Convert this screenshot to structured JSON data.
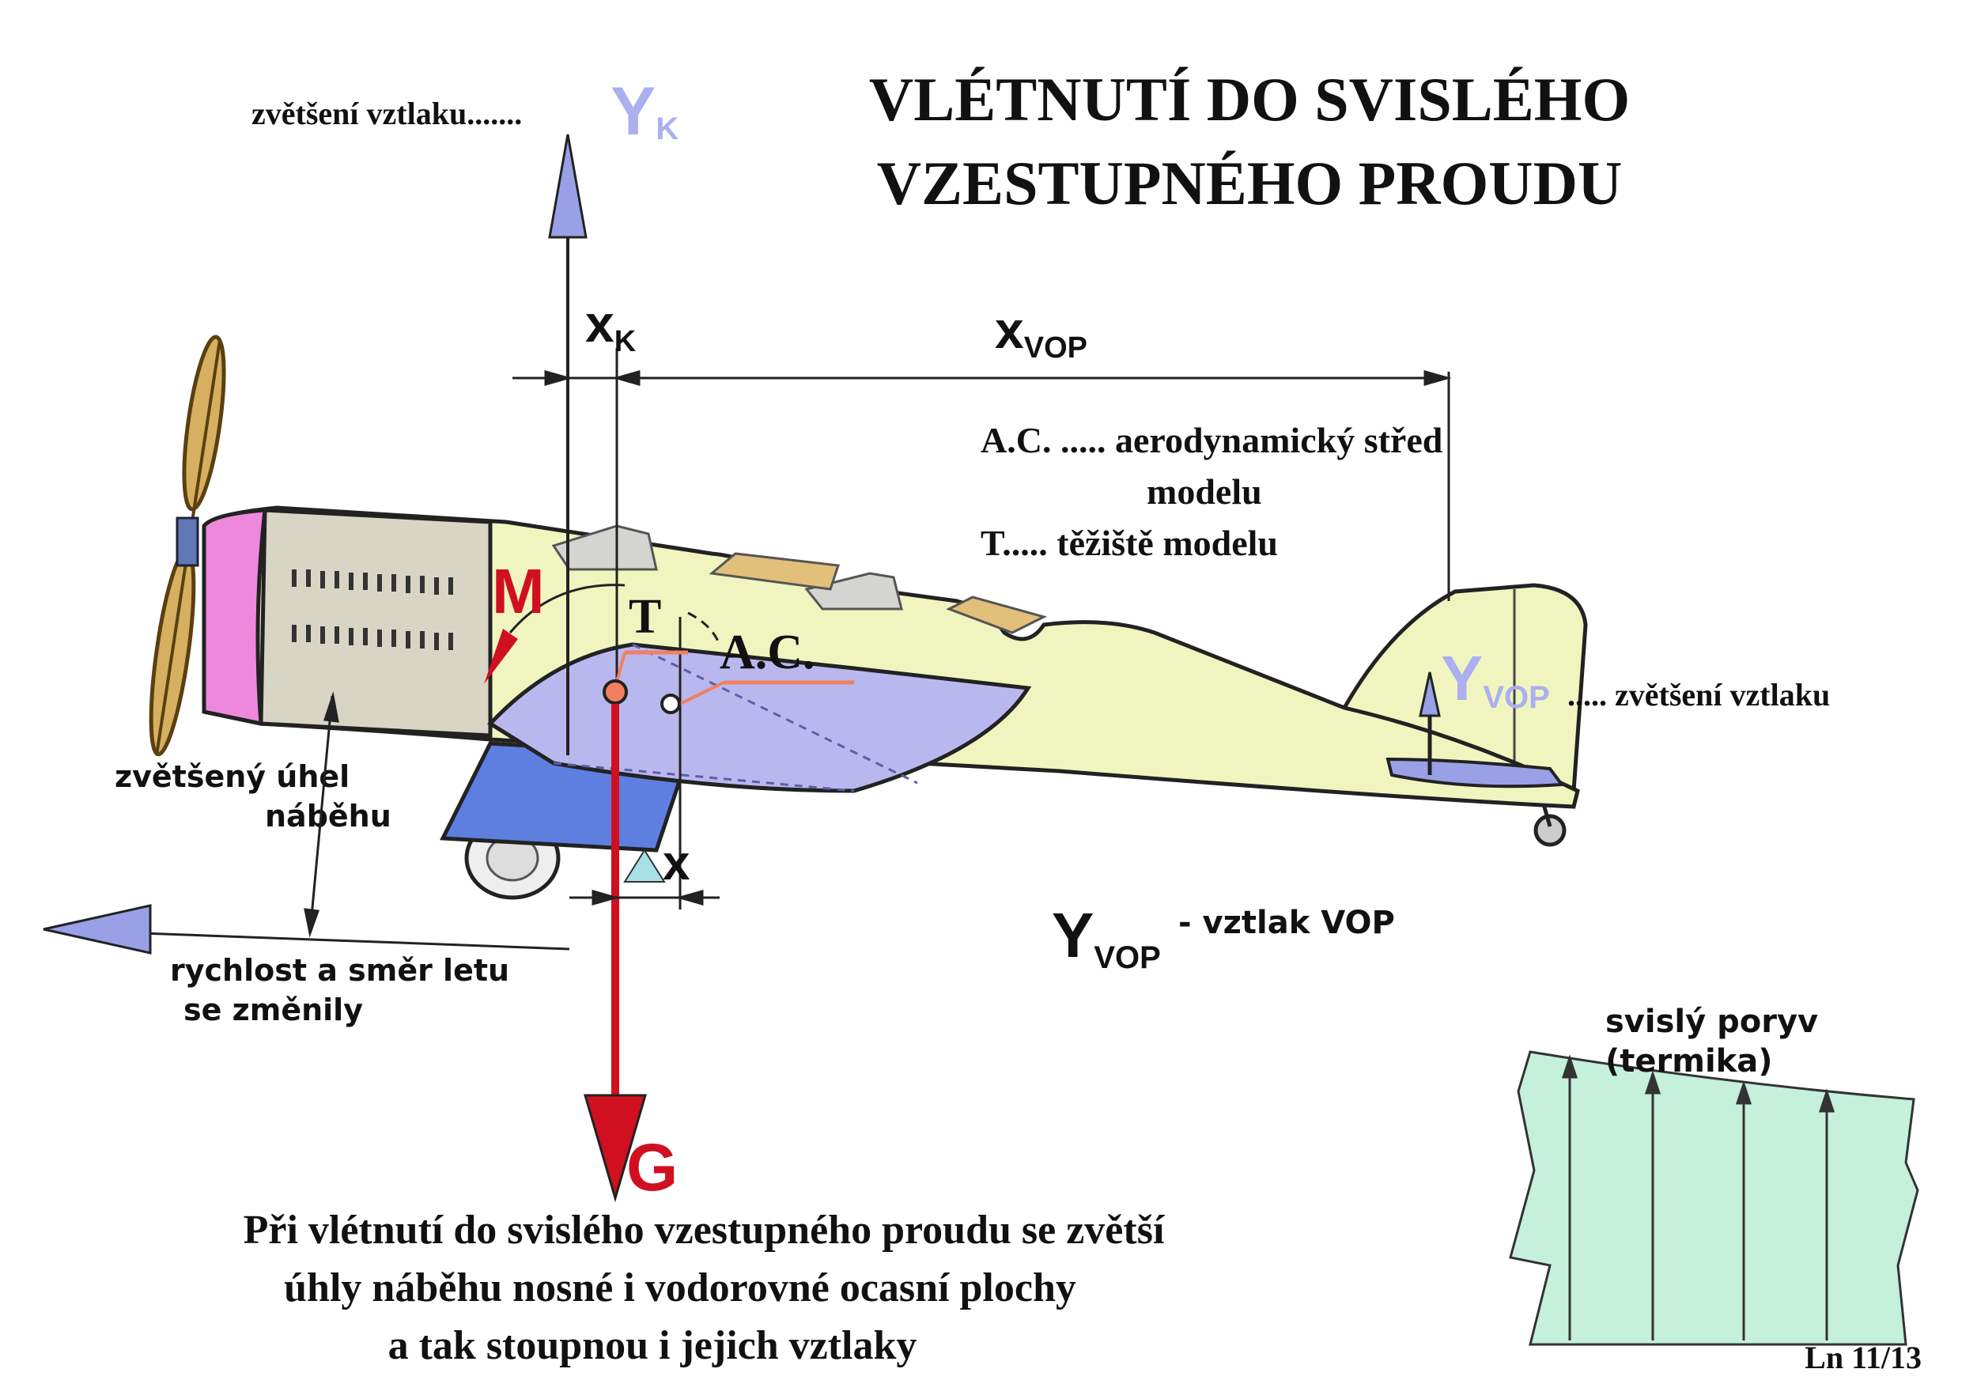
{
  "title": {
    "line1": "VLÉTNUTÍ  DO  SVISLÉHO",
    "line2": "VZESTUPNÉHO  PROUDU"
  },
  "lift_wing": {
    "label": "zvětšení  vztlaku.......",
    "symbol": "Y",
    "subscript": "K"
  },
  "dimension_xk": {
    "symbol": "x",
    "subscript": "K"
  },
  "dimension_xvop": {
    "symbol": "x",
    "subscript": "VOP"
  },
  "legend": {
    "ac_line1": "A.C. ..... aerodynamický střed",
    "ac_line2": "modelu",
    "t_line": "T.....  těžiště  modelu"
  },
  "moment": {
    "symbol": "M"
  },
  "cg": {
    "symbol": "T"
  },
  "ac": {
    "symbol": "A.C."
  },
  "tail_lift": {
    "symbol": "Y",
    "subscript": "VOP",
    "label": "..... zvětšení  vztlaku"
  },
  "angle_label": {
    "line1": "zvětšený úhel",
    "line2": "náběhu"
  },
  "delta_x": {
    "symbol": "x"
  },
  "flight_label": {
    "line1": "rychlost a směr letu",
    "line2": "se změnily"
  },
  "tail_legend": {
    "symbol": "Y",
    "subscript": "VOP",
    "text": "- vztlak  VOP"
  },
  "weight": {
    "symbol": "G"
  },
  "gust": {
    "line1": "svislý poryv",
    "line2": "(termika)"
  },
  "conclusion": {
    "line1": "Při vlétnutí do svislého vzestupného proudu se zvětší",
    "line2": "úhly náběhu nosné i vodorovné ocasní plochy",
    "line3": "a  tak stoupnou  i  jejich vztlaky"
  },
  "page_ref": "Ln 11/13",
  "colors": {
    "fuselage": "#f0f5c0",
    "wing": "#b9b8ee",
    "cowling": "#d9d5c5",
    "spinner": "#ee88dd",
    "wheel_pant": "#5e7ee0",
    "propeller": "#d6b060",
    "gust_fill": "#c4f0dc",
    "lift_arrow": "#9aa0e6",
    "weight_arrow": "#d01020",
    "ac_marker": "#f08060",
    "lift_symbol": "#aab0f0"
  }
}
